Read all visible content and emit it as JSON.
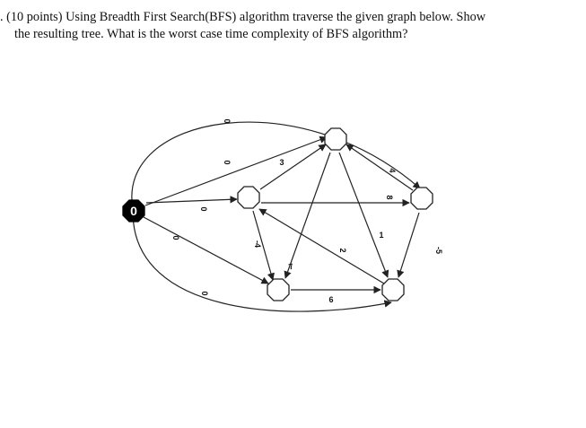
{
  "question": {
    "line1": ". (10 points) Using Breadth First Search(BFS) algorithm traverse the given graph below. Show",
    "line2": "the resulting tree. What is the worst case time complexity of BFS algorithm?"
  },
  "graph": {
    "source_label": "0",
    "edge_labels": {
      "outer_top": "0",
      "source_to_top": "0",
      "source_to_left_mid": "0",
      "source_to_bottom_left": "0",
      "outer_bottom": "0",
      "left_mid_to_top": "3",
      "top_right_to_right": "4",
      "left_mid_to_right": "8",
      "left_mid_to_bottom_left": "-4",
      "top_to_bottom_left": "7",
      "bottom_right_to_left_mid": "2",
      "top_to_bottom_right": "1",
      "right_to_bottom_right": "-5",
      "bottom_left_to_bottom_right": "6"
    }
  }
}
